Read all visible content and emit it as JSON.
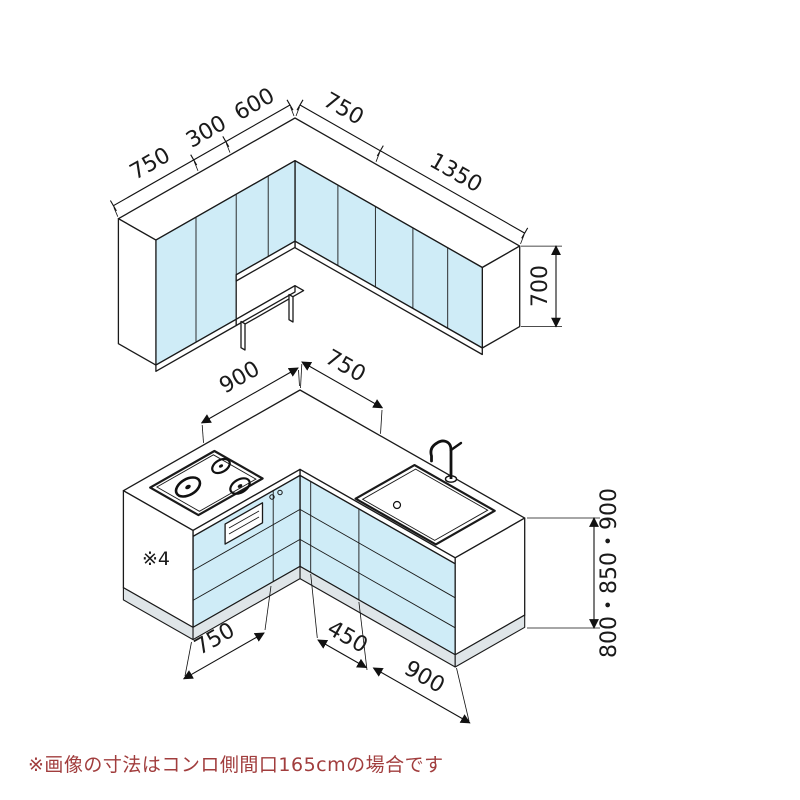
{
  "upper_cabinets": {
    "left_run_segments": [
      "750",
      "300",
      "600"
    ],
    "right_run_segments": [
      "750",
      "1350"
    ],
    "height": "700"
  },
  "base_cabinets": {
    "left_depth": "900",
    "right_corner_width": "750",
    "left_front_width": "750",
    "mid_front_width": "450",
    "right_front_width": "900",
    "counter_heights": "800・850・900",
    "panel_note": "※4"
  },
  "footer_note": "※画像の寸法はコンロ側間口165cmの場合です",
  "colors": {
    "cabinet_front": "#cfecf7",
    "outline": "#1a1a1a",
    "footer_text": "#a13d3d"
  }
}
